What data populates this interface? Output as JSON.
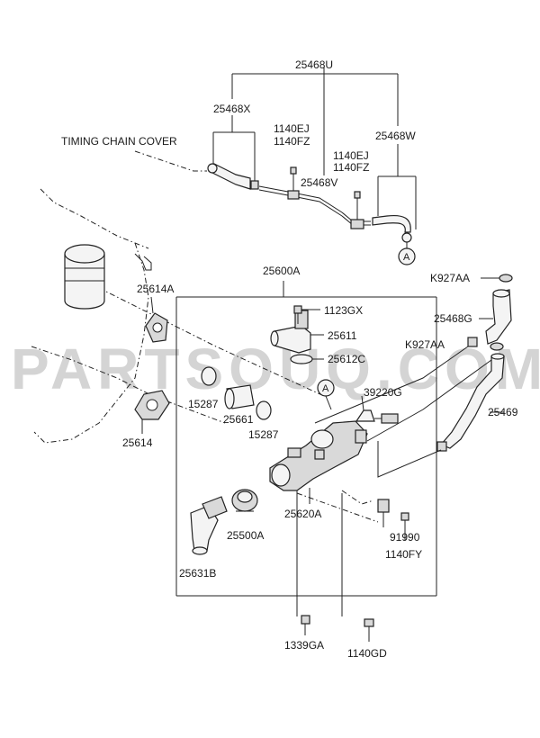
{
  "watermark": "PARTSOUQ.COM",
  "callouts": {
    "c25468U": "25468U",
    "c25468X": "25468X",
    "timing_chain_cover": "TIMING CHAIN COVER",
    "c1140EJ_a": "1140EJ",
    "c1140FZ_a": "1140FZ",
    "c1140EJ_b": "1140EJ",
    "c1140FZ_b": "1140FZ",
    "c25468W": "25468W",
    "c25468V": "25468V",
    "circle_a_top": "A",
    "c25600A": "25600A",
    "cK927AA_a": "K927AA",
    "c25614A": "25614A",
    "c1123GX": "1123GX",
    "c25611": "25611",
    "c25468G": "25468G",
    "cK927AA_b": "K927AA",
    "c25612C": "25612C",
    "circle_a_mid": "A",
    "c39220G": "39220G",
    "c15287_a": "15287",
    "c25661": "25661",
    "c15287_b": "15287",
    "c25469": "25469",
    "c25614": "25614",
    "c25620A": "25620A",
    "c25500A": "25500A",
    "c91990": "91990",
    "c1140FY": "1140FY",
    "c25631B": "25631B",
    "c1339GA": "1339GA",
    "c1140GD": "1140GD"
  }
}
